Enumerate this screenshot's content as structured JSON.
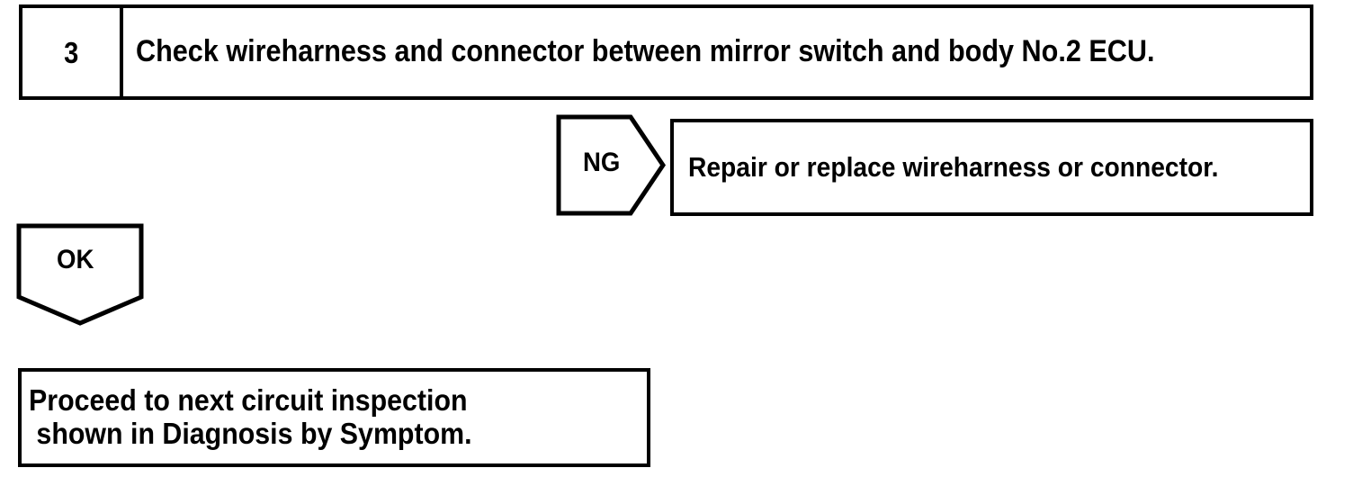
{
  "document": {
    "type": "troubleshooting-flowchart",
    "ink_color": "#000000",
    "background_color": "#ffffff"
  },
  "step": {
    "number": "3",
    "instruction": "Check wireharness and connector between mirror switch and body No.2 ECU."
  },
  "branches": {
    "ng": {
      "label": "NG",
      "result_text": "Repair or replace wireharness or connector."
    },
    "ok": {
      "label": "OK"
    }
  },
  "outcome": {
    "line1": "Proceed to next circuit inspection",
    "line2": " shown in Diagnosis by Symptom."
  }
}
